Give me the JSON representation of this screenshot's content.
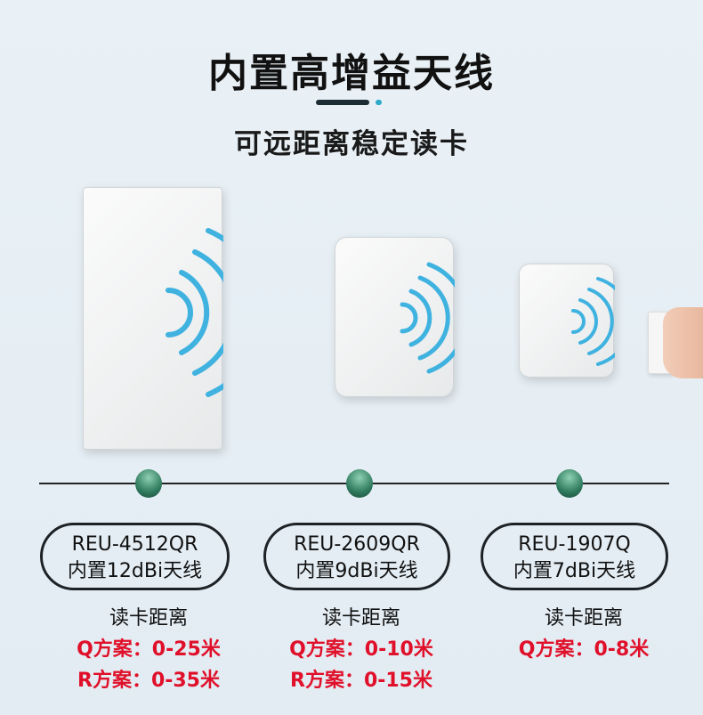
{
  "header": {
    "title": "内置高增益天线",
    "subtitle": "可远距离稳定读卡"
  },
  "colors": {
    "accent": "#2aa9c9",
    "red": "#e0102a",
    "dot": "#2f7a5e"
  },
  "products": [
    {
      "model": "REU-4512QR",
      "antenna": "内置12dBi天线",
      "distance_label": "读卡距离",
      "q": "Q方案：0-25米",
      "r": "R方案：0-35米"
    },
    {
      "model": "REU-2609QR",
      "antenna": "内置9dBi天线",
      "distance_label": "读卡距离",
      "q": "Q方案：0-10米",
      "r": "R方案：0-15米"
    },
    {
      "model": "REU-1907Q",
      "antenna": "内置7dBi天线",
      "distance_label": "读卡距离",
      "q": "Q方案：0-8米"
    }
  ]
}
